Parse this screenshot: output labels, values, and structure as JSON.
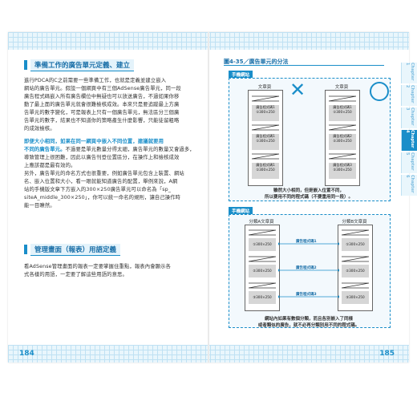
{
  "left_page": {
    "section1_title": "準備工作的廣告單元定義、建立",
    "section1_lines": [
      "進行PDCA的C之前需要一些準備工作，也就是定義並建立嵌入",
      "網站的廣告單元。假設一個網頁中有三個AdSense廣告單元，同一段",
      "廣告程式碼嵌入所有廣告欄位中無疑也可以放送廣告，不過如果你移",
      "動了最上面的廣告單元就會很難檢核成效。本來只是要追蹤最上方廣",
      "告單元的數字變化，可是報表上只有一個廣告單元，無法區分三個廣",
      "告單元的數字，結果也不知道你的策略產生什麼影響，只能徒留粗略",
      "的成效檢核。"
    ],
    "highlight_lines": [
      "即便大小相同，如果在同一網頁中嵌入不同位置，建議就要用",
      "不同的廣告單元。"
    ],
    "section1_lines_b_first": "不過要是單元數量分得太細，廣告單元的數量又會過多，",
    "section1_lines_b": [
      "導致管理上很困難，因此以廣告刊登位置區分，在操作上和檢核成效",
      "上應該都是最有效的。",
      "另外，廣告單元的命名方式也很重要，例如廣告單元包含上裝置、網站",
      "名、嵌入位置和大小，看一眼就能知道廣告的配置，舉例來說，A網",
      "站的手機版文章下方嵌入的300×250廣告單元可以命名為「sp_",
      "siteA_middle_300×250」，你可以統一命名的規則，讓自己操作時",
      "能一目瞭然。"
    ],
    "section2_title": "管理畫面（報表）用語定義",
    "section2_lines": [
      "看AdSense管理畫面的報表一定要掌握住重點，報表內會顯示各",
      "式各樣的用語，一定要了解這些用語的意思。"
    ],
    "page_number": "184"
  },
  "right_page": {
    "figure_title": "圖4-35／廣告單元的分法",
    "top_tag": "手機網站",
    "top_doc_title_left": "文章頁",
    "top_doc_title_right": "文章頁",
    "top_ad_label": "廣告程式碼1\n300×250",
    "top_ad_labels": [
      "廣告程式碼1",
      "①300×250",
      "廣告程式碼1",
      "①300×250",
      "廣告程式碼1",
      "①300×250"
    ],
    "top_ad_labels_right": [
      "廣告程式碼1",
      "①300×250",
      "廣告程式碼2",
      "②300×250",
      "廣告程式碼3",
      "③300×250"
    ],
    "top_caption_1": "雖然大小相同，但是嵌入位置不同，",
    "top_caption_2": "所以要用不同的程式碼（不要重用同一段）。",
    "bottom_tag": "手機網站",
    "bottom_doc_title_left": "分類A文章頁",
    "bottom_doc_title_right": "分類B文章頁",
    "bottom_left_labels": [
      "①300×250",
      "②300×250",
      "③300×250"
    ],
    "bottom_right_labels": [
      "①300×250",
      "②300×250",
      "③300×250"
    ],
    "bottom_code_labels": [
      "廣告程式碼1",
      "廣告程式碼2",
      "廣告程式碼3"
    ],
    "bottom_caption_1": "網站內如果有數個分類，而且各別嵌入了同樣",
    "bottom_caption_2": "或者類似的廣告，就不必再分類別用不同的程式碼。",
    "page_number": "185"
  },
  "chapter_tabs": [
    "Chapter 1",
    "Chapter 2",
    "Chapter 3",
    "Chapter 4",
    "Chapter 5",
    "Chapter 6"
  ],
  "active_tab": 3,
  "colors": {
    "accent": "#1a8ec9",
    "grid": "#bfe1f3"
  }
}
